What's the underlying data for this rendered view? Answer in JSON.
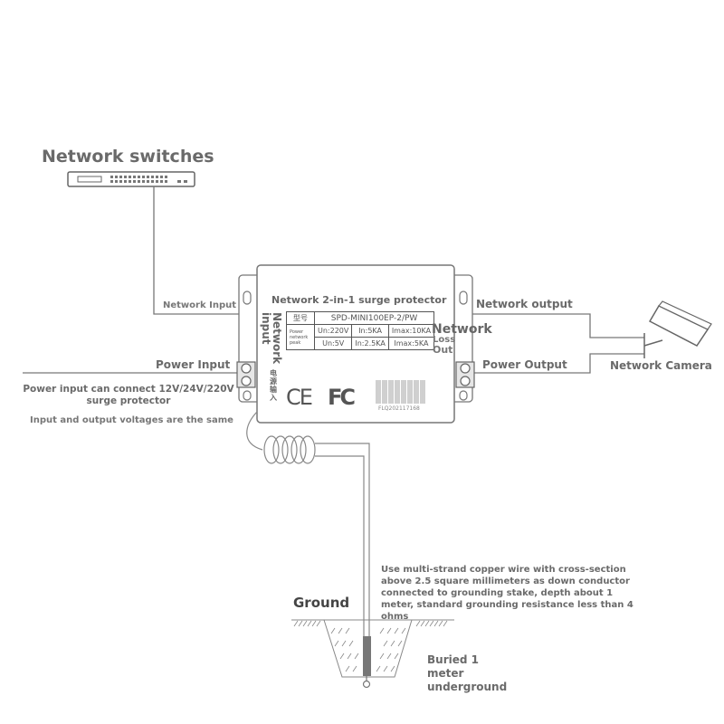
{
  "labels": {
    "network_switches": "Network switches",
    "network_input": "Network Input",
    "power_input": "Power Input",
    "power_input_note": "Power input can connect 12V/24V/220V surge protector",
    "voltage_note": "Input and output voltages are the same",
    "network_output": "Network output",
    "power_output": "Power Output",
    "network_camera": "Network Camera",
    "ground": "Ground",
    "ground_note": "Use multi-strand copper wire with cross-section above 2.5 square millimeters as down conductor connected to grounding stake, depth about 1 meter, standard grounding resistance less than 4 ohms",
    "buried": "Buried 1 meter underground"
  },
  "device": {
    "title": "Network 2-in-1 surge protector",
    "model_label": "型号",
    "model": "SPD-MINI100EP-2/PW",
    "row_label": "Power network peak",
    "specs": [
      [
        "Un:220V",
        "In:5KA",
        "Imax:10KA"
      ],
      [
        "Un:5V",
        "In:2.5KA",
        "Imax:5KA"
      ]
    ],
    "left_vertical_1": "Network",
    "left_vertical_2": "input",
    "left_chinese": "电源输入",
    "right_network": "Network",
    "right_loss": "Loss",
    "right_out": "Out",
    "ce": "CE",
    "fc": "FC",
    "serial": "FLQ202117168"
  },
  "colors": {
    "line": "#777777",
    "text": "#6a6a6a"
  }
}
